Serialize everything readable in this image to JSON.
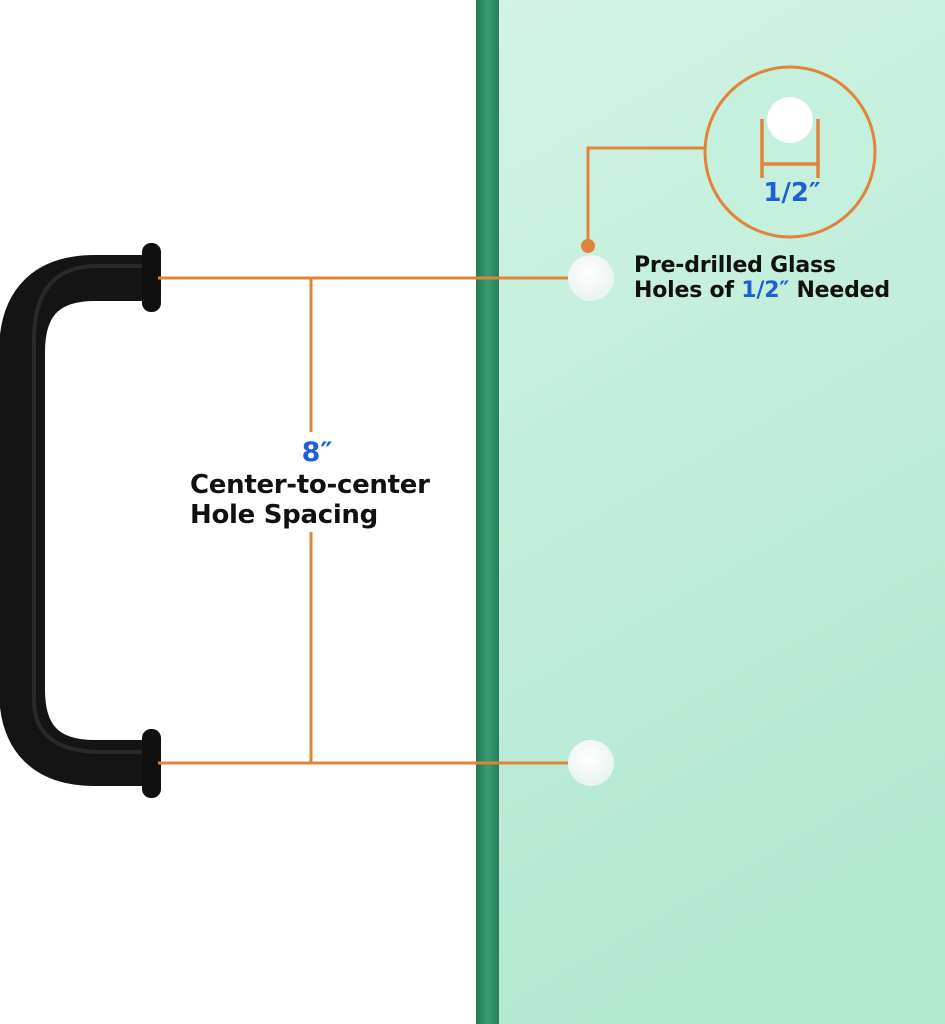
{
  "spacing": {
    "value": "8″",
    "line1": "Center-to-center",
    "line2": "Hole Spacing"
  },
  "hole_note": {
    "line1": "Pre-drilled Glass",
    "line2_prefix": "Holes of ",
    "line2_value": "1/2″",
    "line2_suffix": " Needed"
  },
  "hole_zoom": {
    "value": "1/2″"
  },
  "colors": {
    "dimension_line": "#e0843a",
    "accent_text": "#1f5fd6",
    "glass_edge": "#2e8a62",
    "glass_panel": "#c2eedb",
    "handle": "#1b1b1b"
  }
}
